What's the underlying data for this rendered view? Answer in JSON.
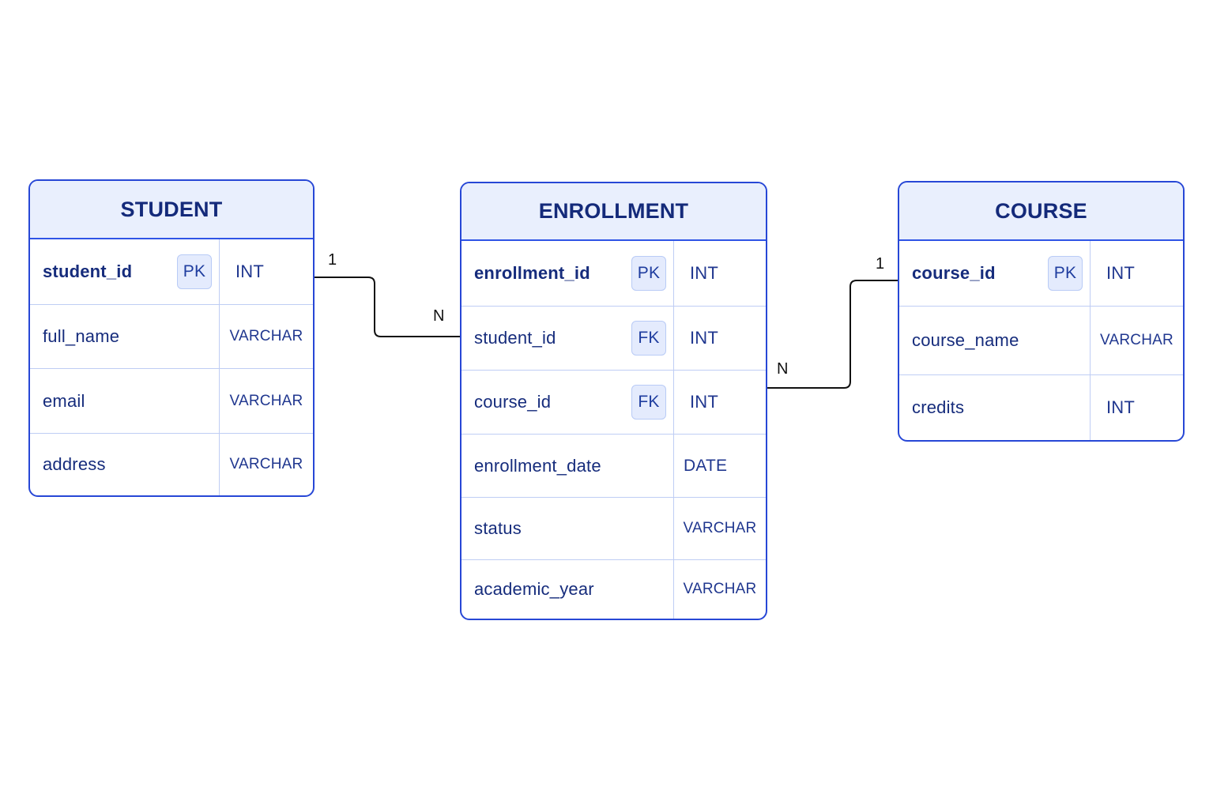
{
  "entities": {
    "student": {
      "title": "STUDENT",
      "rows": [
        {
          "name": "student_id",
          "key": "PK",
          "type": "INT"
        },
        {
          "name": "full_name",
          "key": "",
          "type": "VARCHAR"
        },
        {
          "name": "email",
          "key": "",
          "type": "VARCHAR"
        },
        {
          "name": "address",
          "key": "",
          "type": "VARCHAR"
        }
      ]
    },
    "enrollment": {
      "title": "ENROLLMENT",
      "rows": [
        {
          "name": "enrollment_id",
          "key": "PK",
          "type": "INT"
        },
        {
          "name": "student_id",
          "key": "FK",
          "type": "INT"
        },
        {
          "name": "course_id",
          "key": "FK",
          "type": "INT"
        },
        {
          "name": "enrollment_date",
          "key": "",
          "type": "DATE"
        },
        {
          "name": "status",
          "key": "",
          "type": "VARCHAR"
        },
        {
          "name": "academic_year",
          "key": "",
          "type": "VARCHAR"
        }
      ]
    },
    "course": {
      "title": "COURSE",
      "rows": [
        {
          "name": "course_id",
          "key": "PK",
          "type": "INT"
        },
        {
          "name": "course_name",
          "key": "",
          "type": "VARCHAR"
        },
        {
          "name": "credits",
          "key": "",
          "type": "INT"
        }
      ]
    }
  },
  "relationships": [
    {
      "from": "STUDENT",
      "to": "ENROLLMENT",
      "from_cardinality": "1",
      "to_cardinality": "N"
    },
    {
      "from": "COURSE",
      "to": "ENROLLMENT",
      "from_cardinality": "1",
      "to_cardinality": "N"
    }
  ],
  "colors": {
    "border": "#2747d6",
    "header_background": "#e9effd",
    "title_text": "#142a7a",
    "key_badge_background": "#e4ebfd",
    "connector_line": "#111111"
  }
}
